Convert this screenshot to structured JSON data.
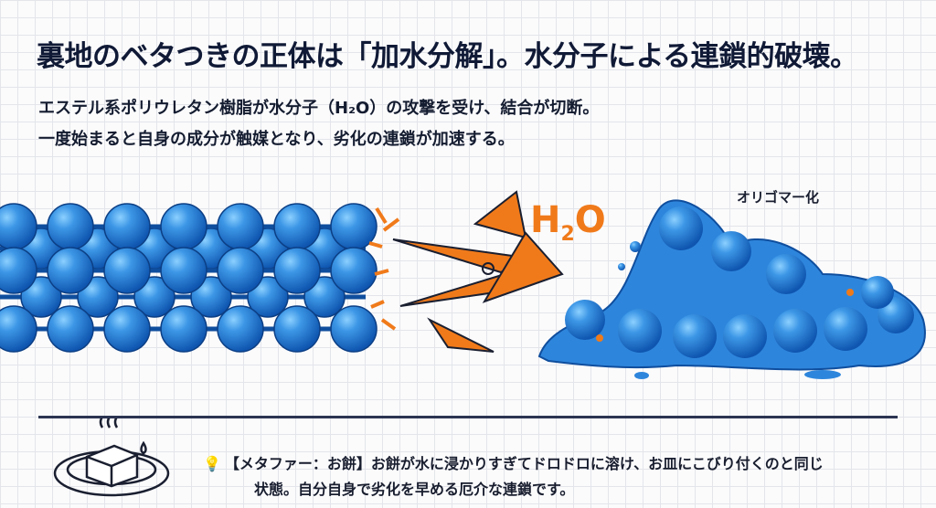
{
  "title": "裏地のベタつきの正体は「加水分解」。水分子による連鎖的破壊。",
  "subtitle_lines": [
    "エステル系ポリウレタン樹脂が水分子（H₂O）の攻撃を受け、結合が切断。",
    "一度始まると自身の成分が触媒となり、劣化の連鎖が加速する。"
  ],
  "diagram": {
    "molecule_label": "H",
    "molecule_sub": "2",
    "molecule_end": "O",
    "oligomer_label": "オリゴマー化",
    "colors": {
      "sphere": "#1f78d1",
      "sphere_light": "#5db0f2",
      "accent": "#f07a1a",
      "ink": "#101a36"
    }
  },
  "metaphor": {
    "icon": "lightbulb-icon",
    "line1": "【メタファー：お餅】お餅が水に浸かりすぎてドロドロに溶け、お皿にこびり付くのと同じ",
    "line2": "状態。自分自身で劣化を早める厄介な連鎖です。"
  }
}
